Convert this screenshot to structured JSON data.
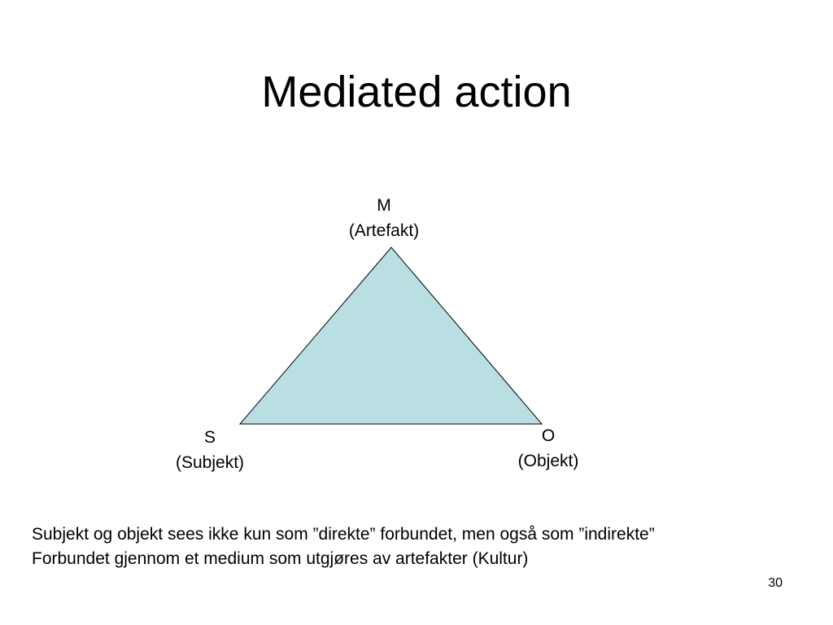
{
  "slide": {
    "title": "Mediated action",
    "page_number": "30"
  },
  "diagram": {
    "fill_color": "#b9dfe3",
    "stroke_color": "#000000",
    "nodes": {
      "m": {
        "letter": "M",
        "label": "(Artefakt)"
      },
      "s": {
        "letter": "S",
        "label": "(Subjekt)"
      },
      "o": {
        "letter": "O",
        "label": "(Objekt)"
      }
    }
  },
  "caption": {
    "line1": "Subjekt og objekt sees ikke kun som ”direkte” forbundet, men også som ”indirekte”",
    "line2": "Forbundet gjennom et medium som utgjøres av artefakter (Kultur)"
  }
}
